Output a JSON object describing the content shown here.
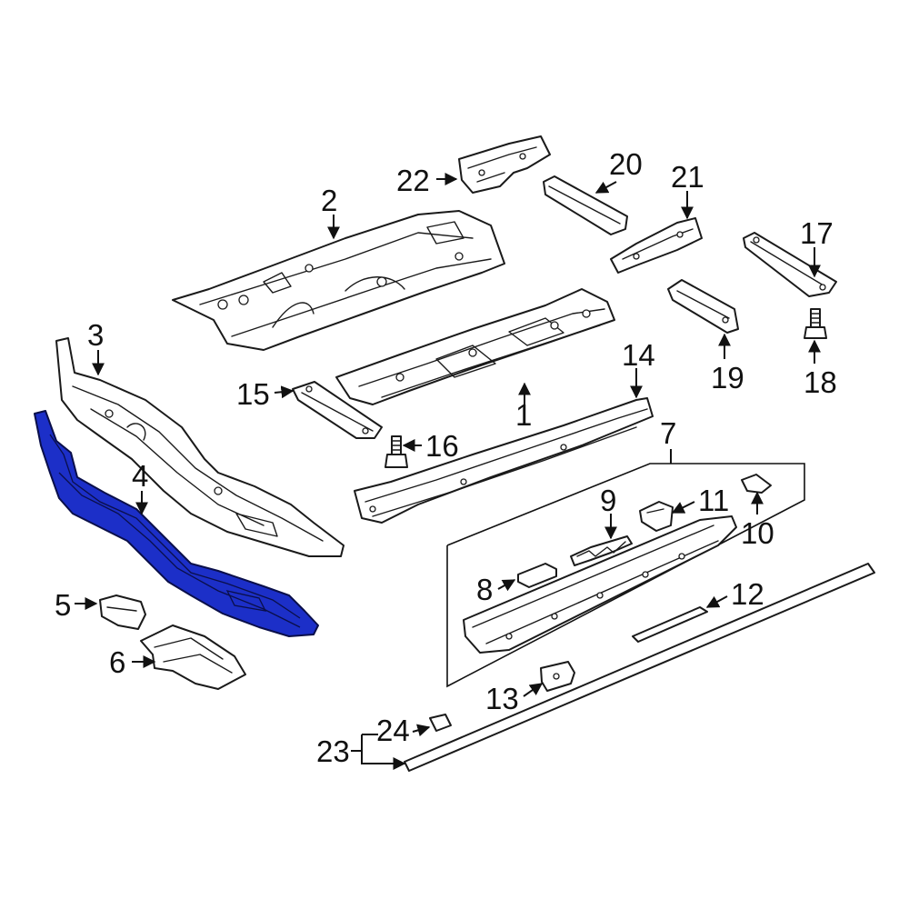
{
  "diagram": {
    "highlight_color": "#1c2fc8",
    "callouts": [
      "1",
      "2",
      "3",
      "4",
      "5",
      "6",
      "7",
      "8",
      "9",
      "10",
      "11",
      "12",
      "13",
      "14",
      "15",
      "16",
      "17",
      "18",
      "19",
      "20",
      "21",
      "22",
      "23",
      "24"
    ]
  }
}
